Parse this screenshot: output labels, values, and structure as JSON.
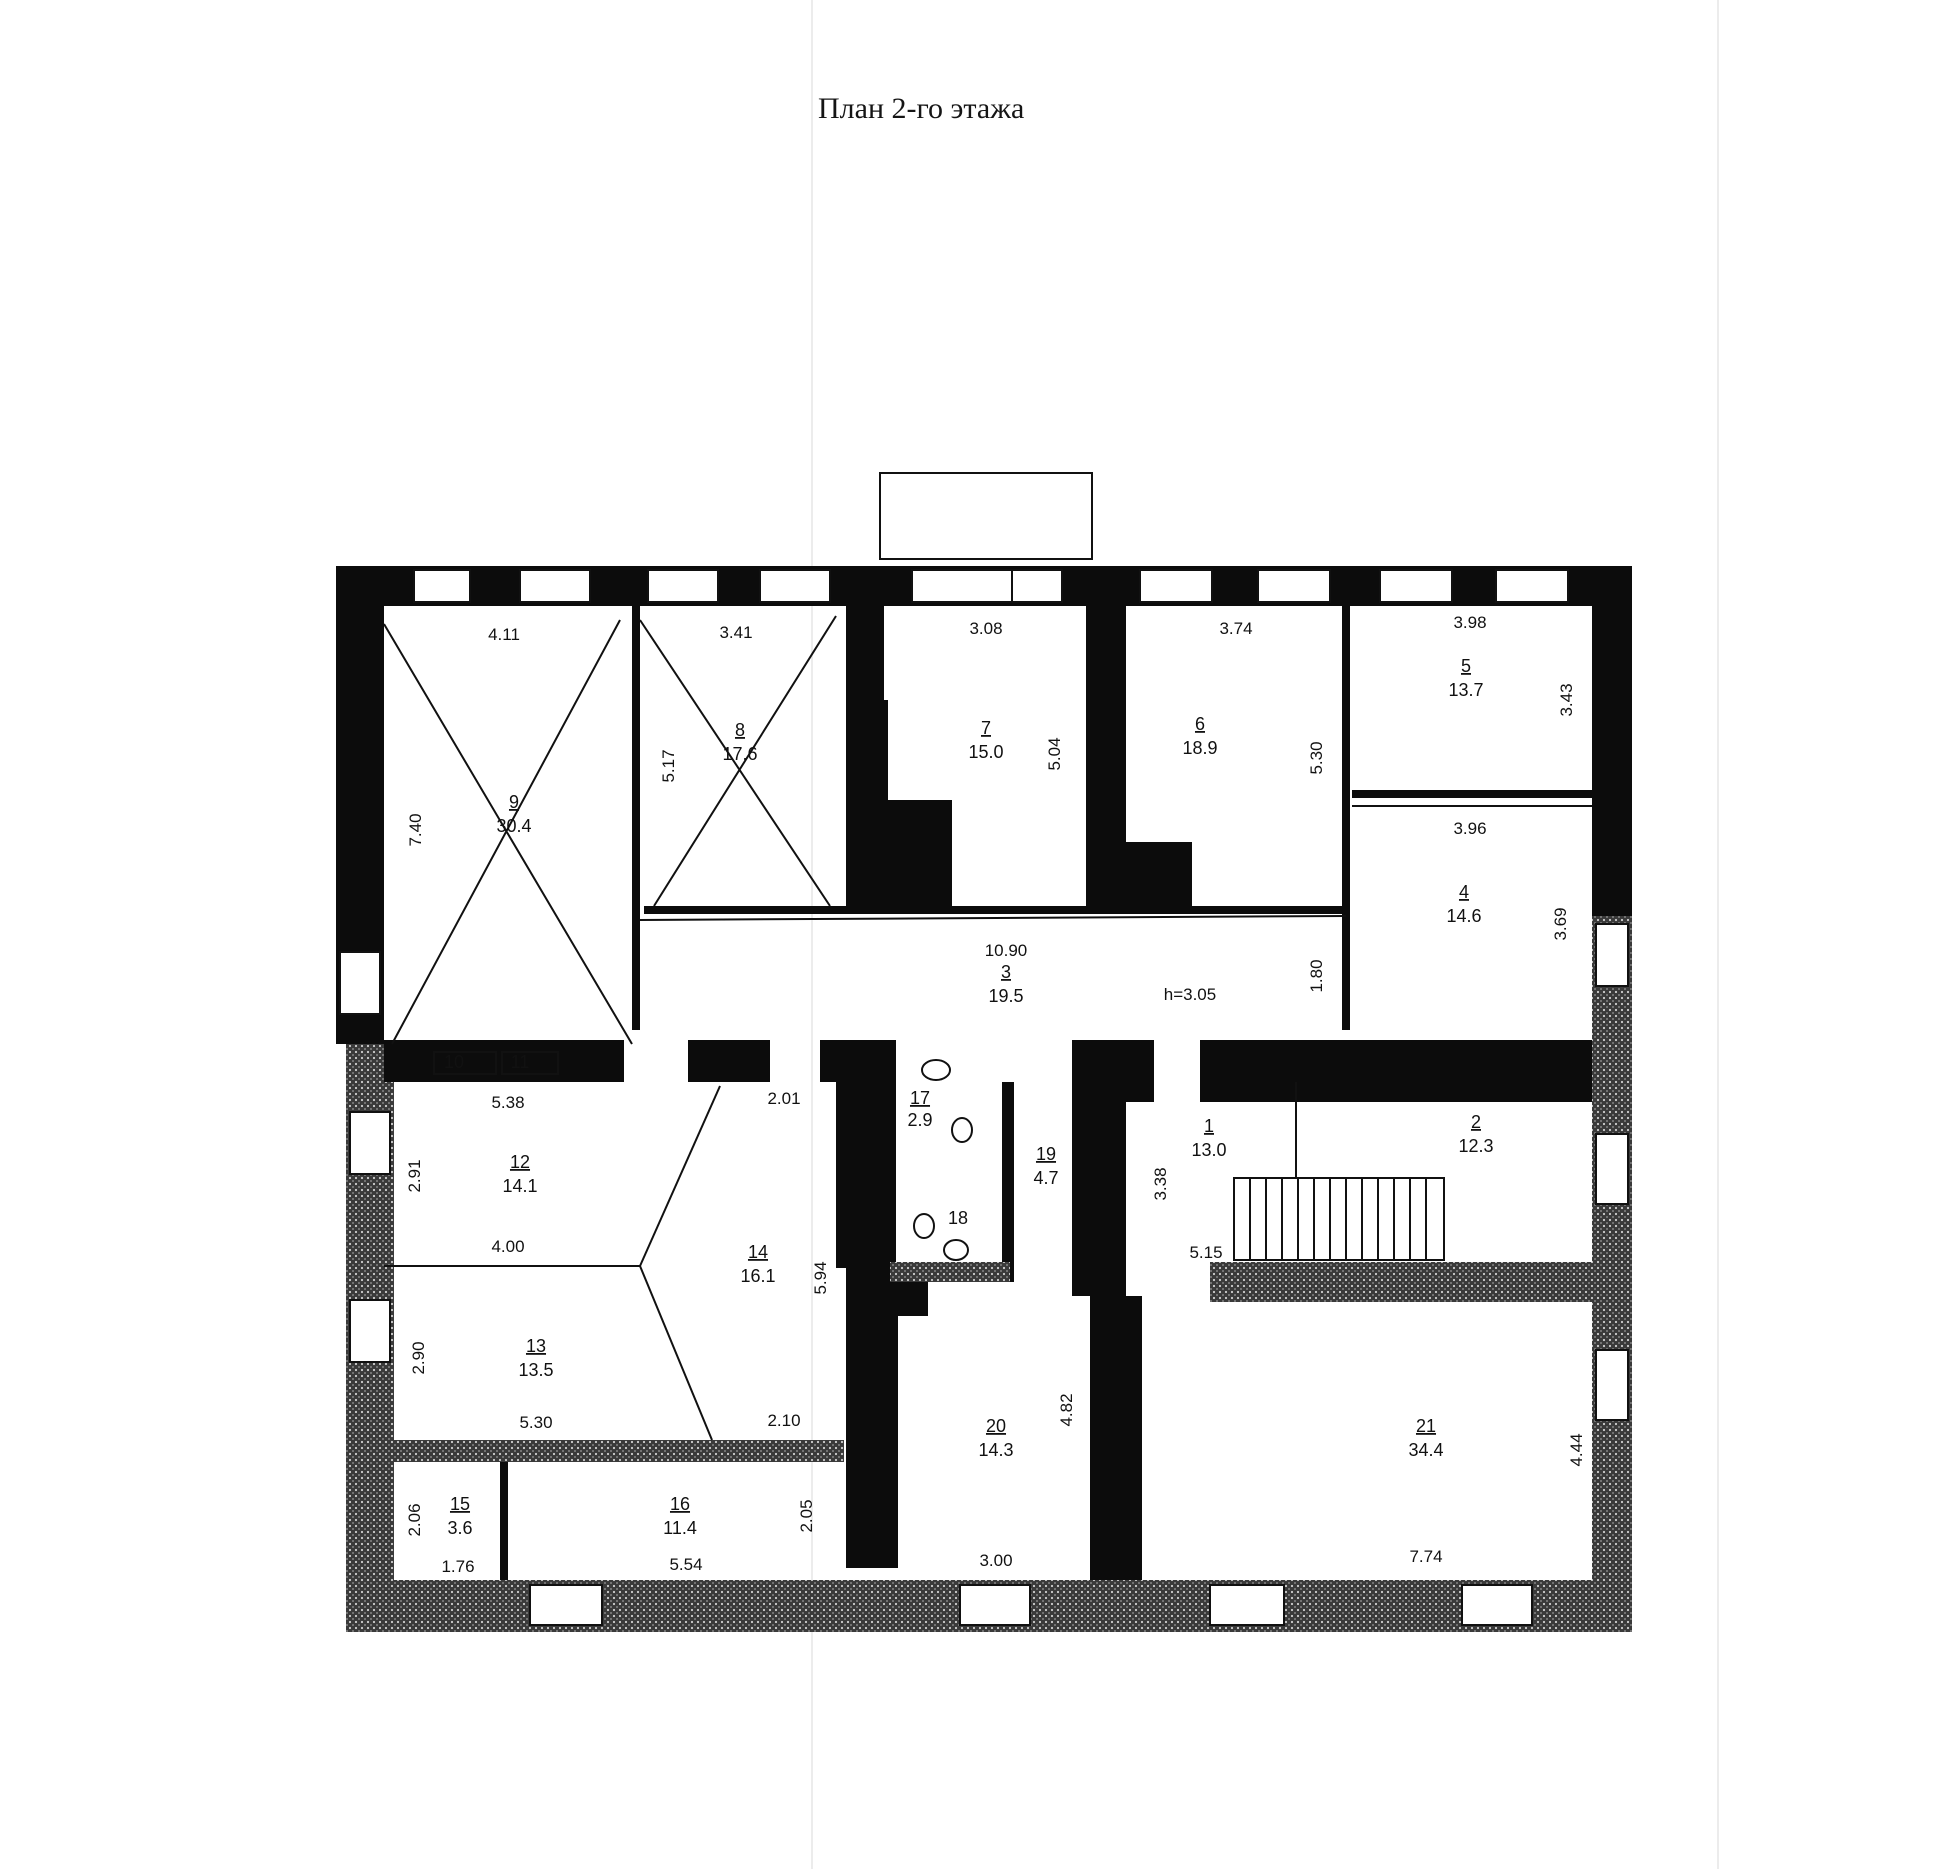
{
  "title": "План 2-го этажа",
  "height_note": "h=3.05",
  "rooms": [
    {
      "id": "room-1",
      "num": "1",
      "area": "13.0"
    },
    {
      "id": "room-2",
      "num": "2",
      "area": "12.3"
    },
    {
      "id": "room-3",
      "num": "3",
      "area": "19.5"
    },
    {
      "id": "room-4",
      "num": "4",
      "area": "14.6"
    },
    {
      "id": "room-5",
      "num": "5",
      "area": "13.7"
    },
    {
      "id": "room-6",
      "num": "6",
      "area": "18.9"
    },
    {
      "id": "room-7",
      "num": "7",
      "area": "15.0"
    },
    {
      "id": "room-8",
      "num": "8",
      "area": "17.6"
    },
    {
      "id": "room-9",
      "num": "9",
      "area": "30.4"
    },
    {
      "id": "room-10",
      "num": "10",
      "area": ""
    },
    {
      "id": "room-11",
      "num": "11",
      "area": ""
    },
    {
      "id": "room-12",
      "num": "12",
      "area": "14.1"
    },
    {
      "id": "room-13",
      "num": "13",
      "area": "13.5"
    },
    {
      "id": "room-14",
      "num": "14",
      "area": "16.1"
    },
    {
      "id": "room-15",
      "num": "15",
      "area": "3.6"
    },
    {
      "id": "room-16",
      "num": "16",
      "area": "11.4"
    },
    {
      "id": "room-17",
      "num": "17",
      "area": "2.9"
    },
    {
      "id": "room-18",
      "num": "18",
      "area": ""
    },
    {
      "id": "room-19",
      "num": "19",
      "area": "4.7"
    },
    {
      "id": "room-20",
      "num": "20",
      "area": "14.3"
    },
    {
      "id": "room-21",
      "num": "21",
      "area": "34.4"
    }
  ],
  "dimensions": [
    "4.11",
    "3.41",
    "3.08",
    "3.74",
    "3.98",
    "7.40",
    "5.17",
    "5.04",
    "5.30",
    "3.43",
    "3.96",
    "3.69",
    "10.90",
    "1.80",
    "5.38",
    "2.01",
    "2.91",
    "3.38",
    "5.15",
    "4.00",
    "5.94",
    "2.90",
    "5.30",
    "2.10",
    "4.82",
    "4.44",
    "2.06",
    "1.76",
    "5.54",
    "2.05",
    "3.00",
    "7.74"
  ]
}
